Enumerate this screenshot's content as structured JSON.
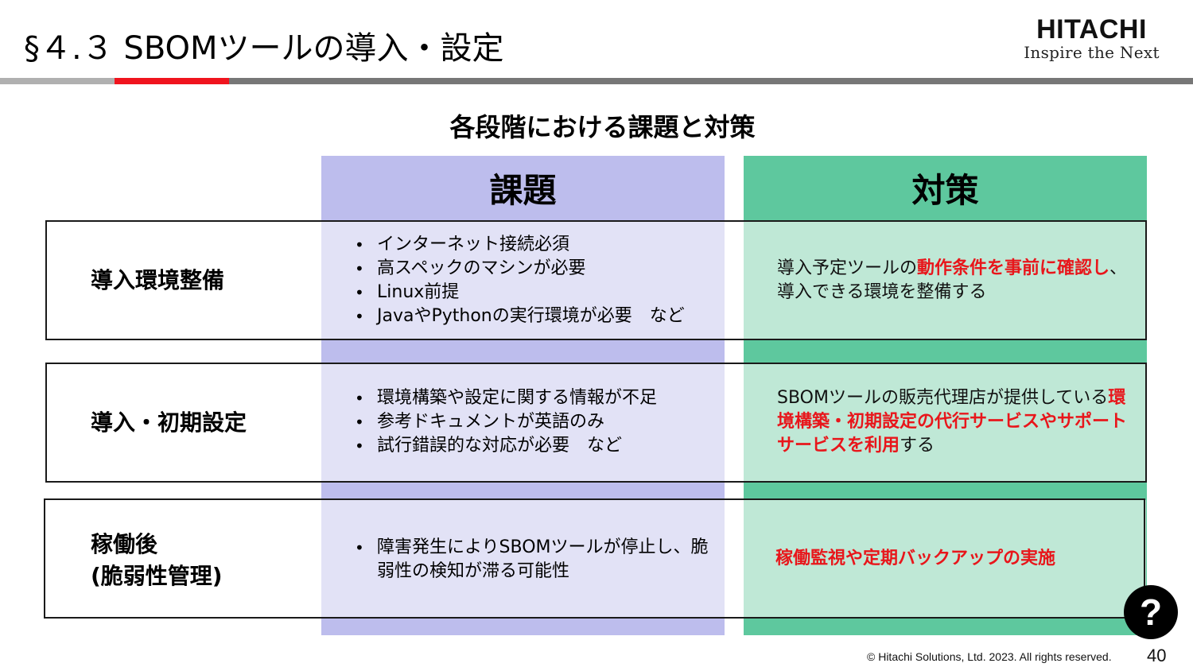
{
  "header": {
    "title": "§４.３ SBOMツールの導入・設定",
    "logo": {
      "main": "HITACHI",
      "tagline": "Inspire the Next"
    },
    "rule_colors": [
      "#b0b0b0",
      "#f0141e",
      "#777777"
    ]
  },
  "subtitle": "各段階における課題と対策",
  "columns": {
    "issue": {
      "label": "課題",
      "color": "#bdbded",
      "cell_color": "#e2e2f6"
    },
    "measure": {
      "label": "対策",
      "color": "#5ec89e",
      "cell_color": "#bfe8d6"
    }
  },
  "rows": [
    {
      "stage": "導入環境整備",
      "issues": [
        "インターネット接続必須",
        "高スペックのマシンが必要",
        "Linux前提",
        "JavaやPythonの実行環境が必要　など"
      ],
      "measure": {
        "pre": "導入予定ツールの",
        "highlight": "動作条件を事前に確認し",
        "post": "、導入できる環境を整備する"
      }
    },
    {
      "stage": "導入・初期設定",
      "issues": [
        "環境構築や設定に関する情報が不足",
        "参考ドキュメントが英語のみ",
        "試行錯誤的な対応が必要　など"
      ],
      "measure": {
        "pre": "SBOMツールの販売代理店が提供している",
        "highlight": "環境構築・初期設定の代行サービスやサポートサービスを利用",
        "post": "する"
      }
    },
    {
      "stage_line1": "稼働後",
      "stage_line2": "(脆弱性管理)",
      "issues": [
        "障害発生によりSBOMツールが停止し、脆弱性の検知が滞る可能性"
      ],
      "measure": {
        "pre": "",
        "highlight": "稼働監視や定期バックアップの実施",
        "post": ""
      }
    }
  ],
  "highlight_color": "#e8161b",
  "help_button": {
    "icon": "question-mark-icon",
    "glyph": "?"
  },
  "footer": {
    "copyright": "© Hitachi Solutions, Ltd. 2023. All rights reserved.",
    "page_number": "40"
  }
}
